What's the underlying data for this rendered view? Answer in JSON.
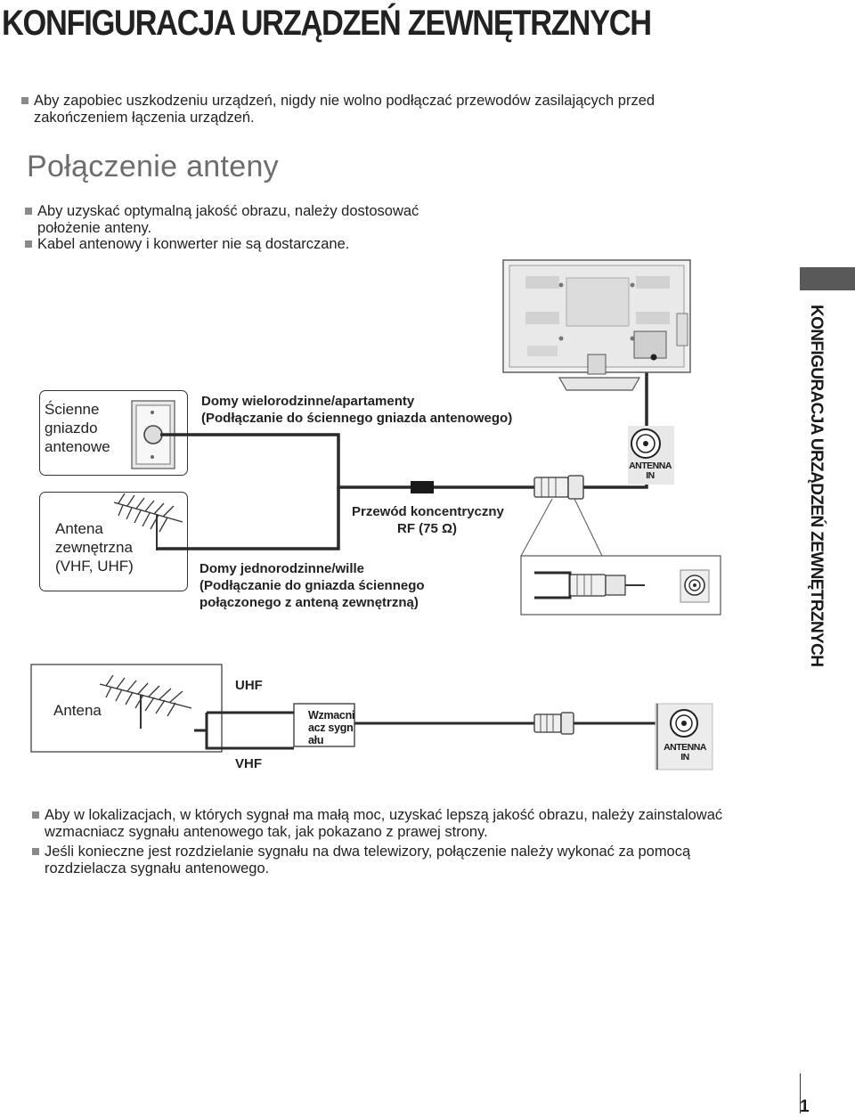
{
  "page": {
    "title": "KONFIGURACJA URZĄDZEŃ ZEWNĘTRZNYCH",
    "warning": "Aby zapobiec uszkodzeniu urządzeń, nigdy nie wolno podłączać przewodów zasilających przed zakończeniem łączenia urządzeń.",
    "side_tab_label": "KONFIGURACJA URZĄDZEŃ ZEWNĘTRZNYCH",
    "page_number": "1"
  },
  "section": {
    "title": "Połączenie anteny",
    "bullets": [
      "Aby uzyskać optymalną jakość obrazu, należy dostosować położenie anteny.",
      "Kabel antenowy i konwerter nie są dostarczane."
    ]
  },
  "diagram1": {
    "wall_socket_label": "Ścienne gniazdo antenowe",
    "outdoor_antenna_label": "Antena zewnętrzna (VHF, UHF)",
    "multi_family_label": "Domy wielorodzinne/apartamenty",
    "multi_family_sub": "(Podłączanie do ściennego gniazda antenowego)",
    "single_family_label": "Domy jednorodzinne/wille",
    "single_family_sub": "(Podłączanie do gniazda ściennego połączonego z anteną zewnętrzną)",
    "cable_label": "Przewód koncentryczny",
    "cable_spec": "RF (75 Ω)",
    "antenna_in_label": "ANTENNA IN"
  },
  "diagram2": {
    "antenna_label": "Antena",
    "uhf_label": "UHF",
    "vhf_label": "VHF",
    "amplifier_label": "Wzmacniacz sygnału",
    "antenna_in_label": "ANTENNA IN"
  },
  "notes": [
    "Aby w lokalizacjach, w których sygnał ma małą moc, uzyskać lepszą jakość obrazu, należy zainstalować wzmacniacz sygnału antenowego tak, jak pokazano z prawej strony.",
    "Jeśli konieczne jest rozdzielanie sygnału na dwa telewizory, połączenie należy wykonać za pomocą rozdzielacza sygnału antenowego."
  ]
}
